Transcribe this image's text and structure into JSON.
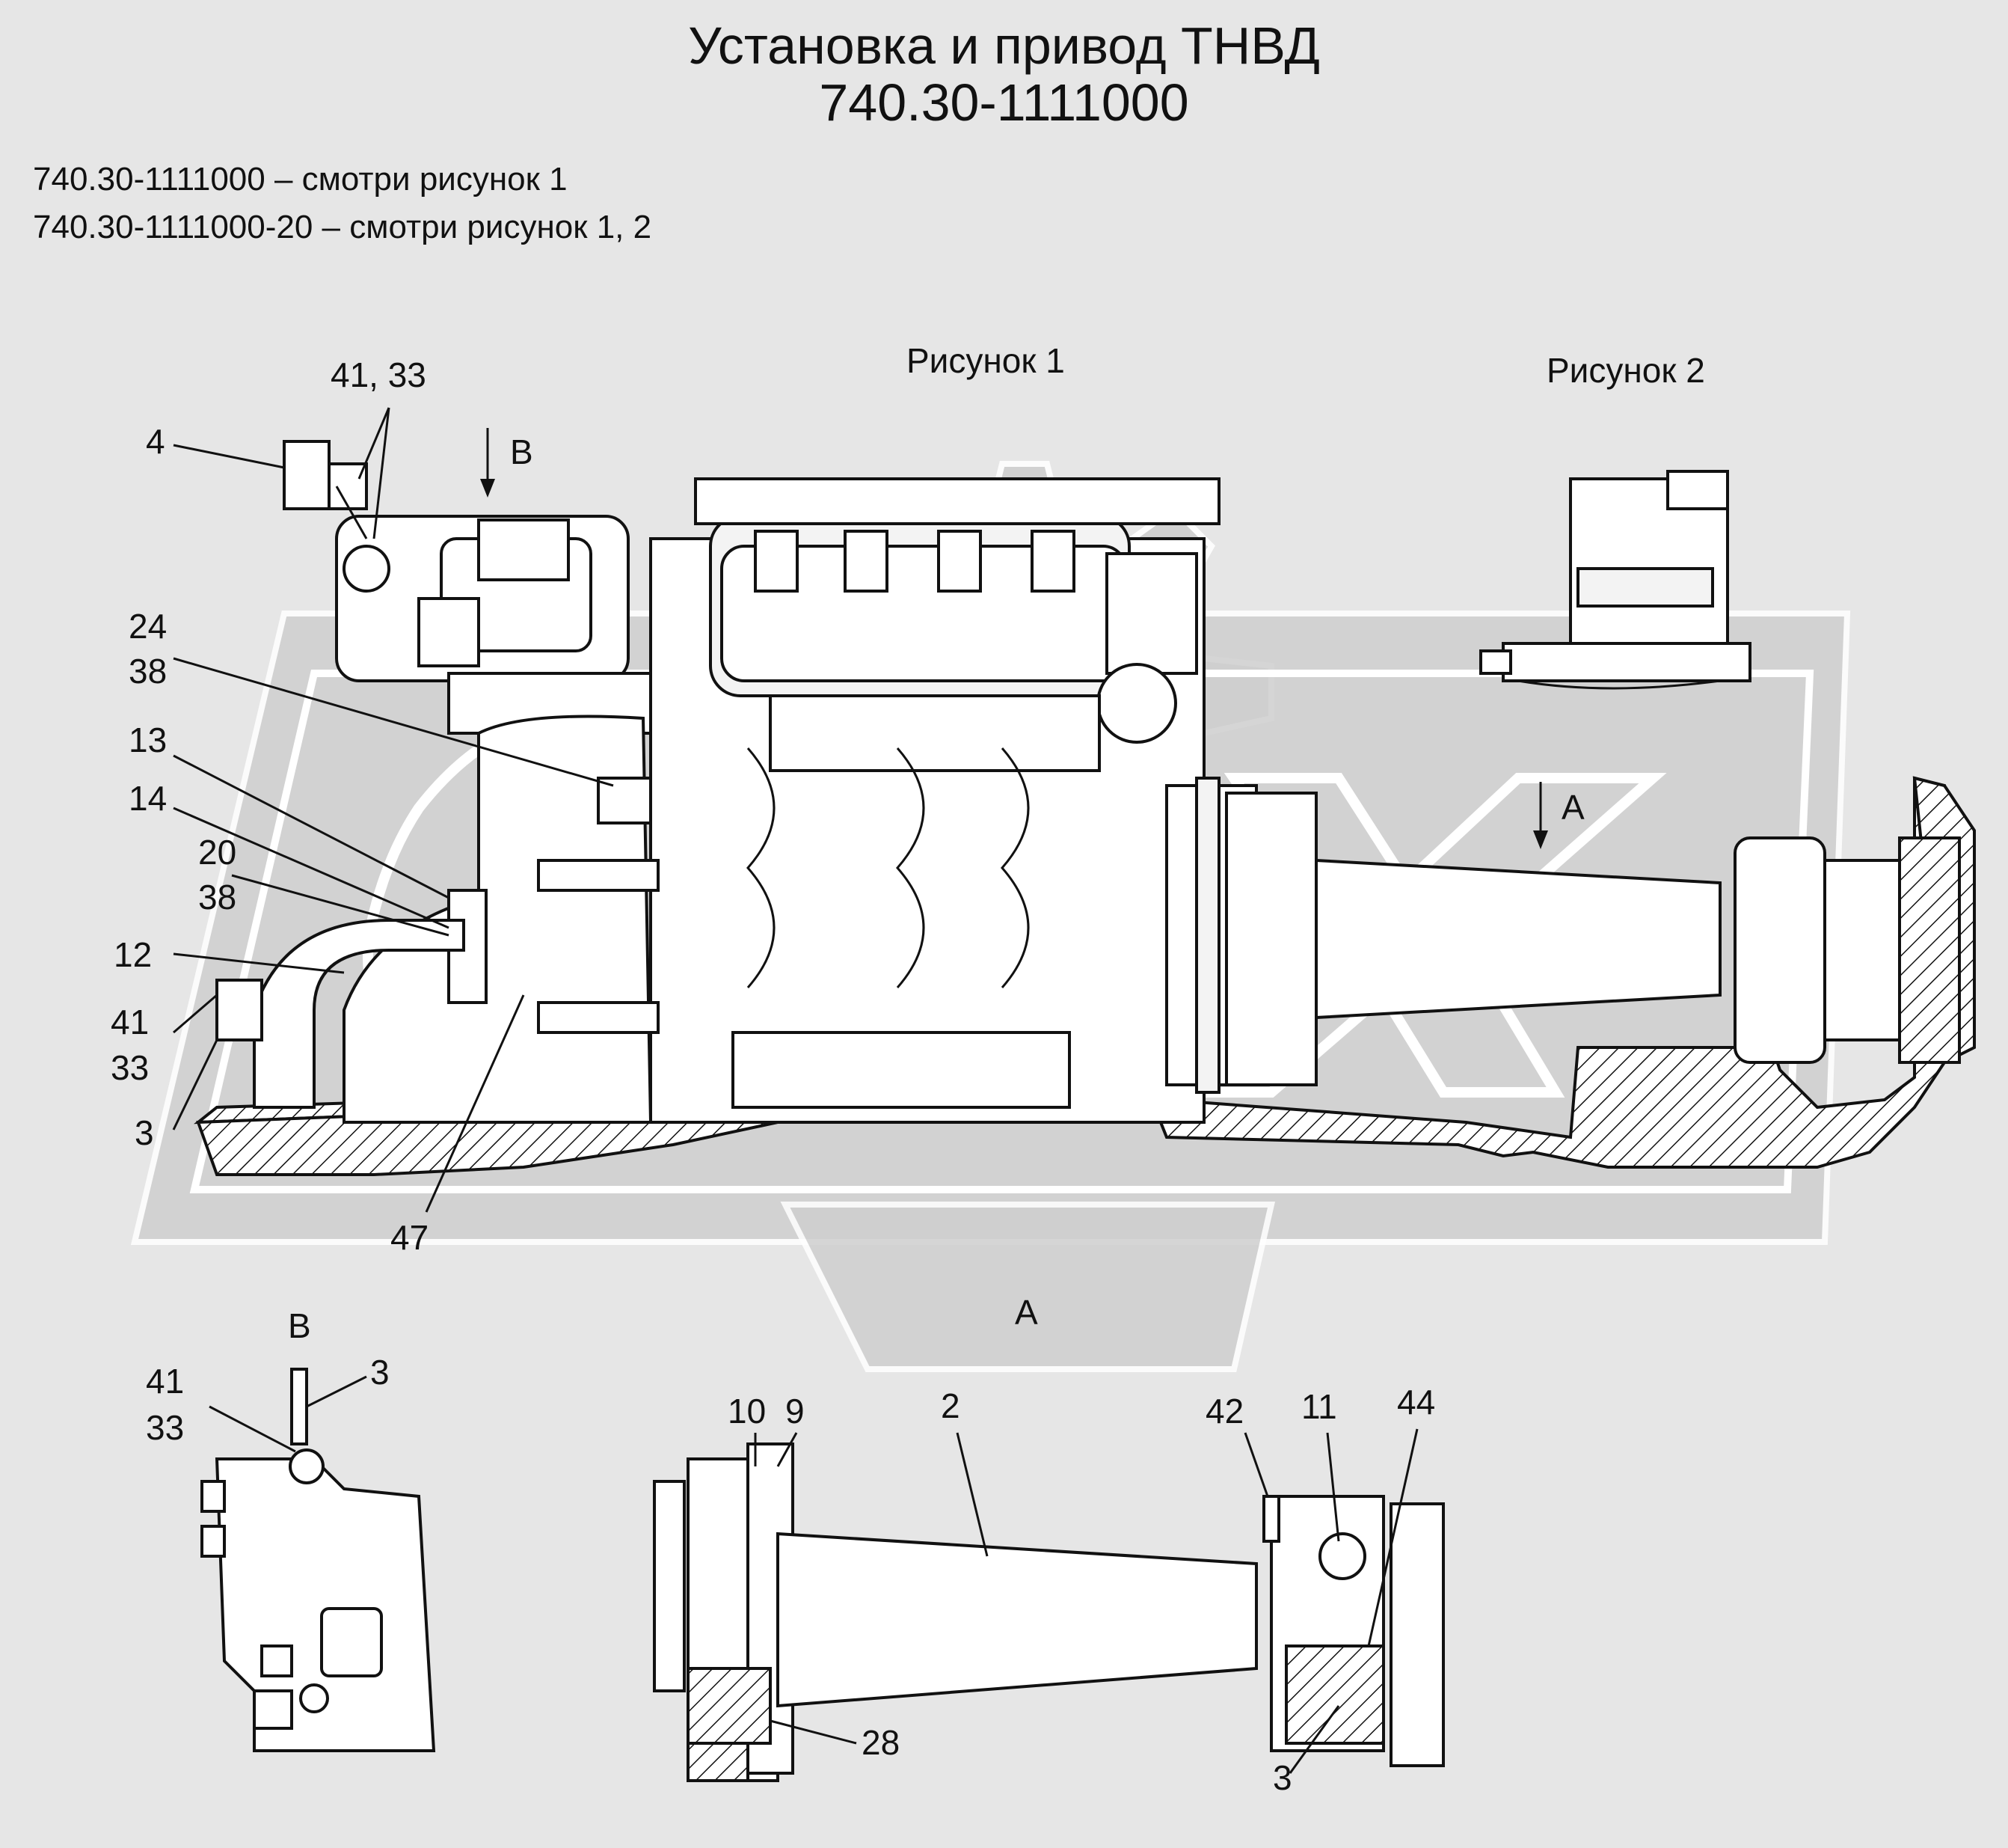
{
  "title": {
    "line1": "Установка и привод ТНВД",
    "line2": "740.30-1111000"
  },
  "notes": [
    "740.30-1111000 – смотри рисунок 1",
    "740.30-1111000-20 – смотри рисунок 1, 2"
  ],
  "figures": {
    "fig1": "Рисунок  1",
    "fig2": "Рисунок 2"
  },
  "views": {
    "b_main": "В",
    "a_main": "А",
    "b_detail": "В",
    "a_detail": "А"
  },
  "callouts": {
    "c41_33_top": "41, 33",
    "c4": "4",
    "c24": "24",
    "c38a": "38",
    "c13": "13",
    "c14": "14",
    "c20": "20",
    "c38b": "38",
    "c12": "12",
    "c41a": "41",
    "c33a": "33",
    "c3a": "3",
    "c47": "47",
    "c41b": "41",
    "c33b": "33",
    "c3b": "3",
    "c10": "10",
    "c9": "9",
    "c2": "2",
    "c42": "42",
    "c11": "11",
    "c44": "44",
    "c28": "28",
    "c3c": "3"
  },
  "colors": {
    "background": "#e6e6e6",
    "watermark": "#cfcfcf",
    "ink": "#111111"
  }
}
